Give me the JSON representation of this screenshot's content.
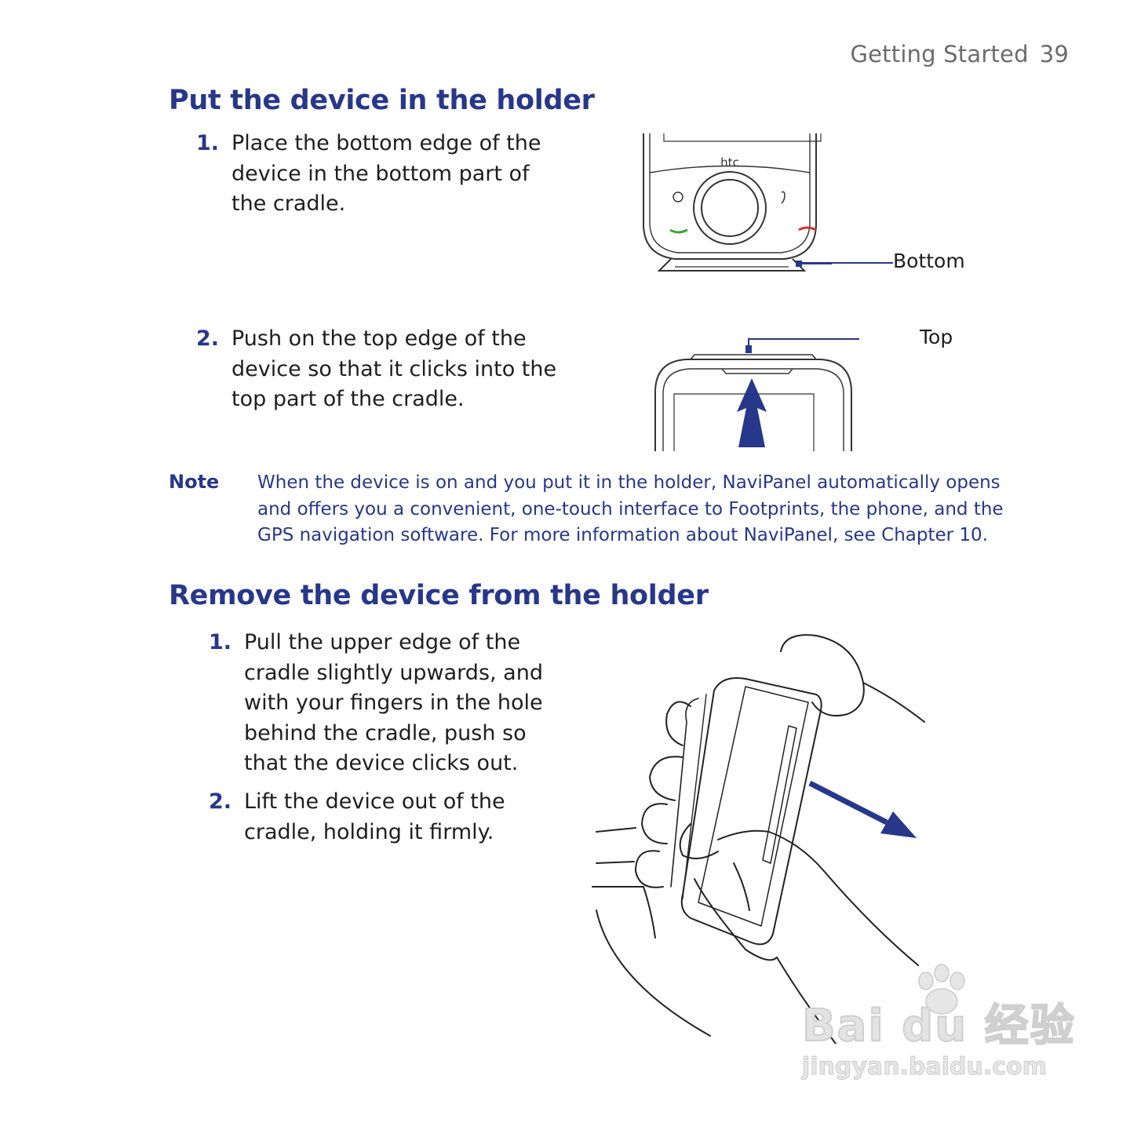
{
  "header": {
    "title": "Getting Started",
    "page": "39"
  },
  "section1": {
    "title": "Put the device in the holder",
    "steps": [
      {
        "num": "1.",
        "lines": [
          "Place the bottom edge of the",
          "device in the bottom part of",
          "the cradle."
        ]
      },
      {
        "num": "2.",
        "lines": [
          "Push on the top edge of the",
          "device so that it clicks into the",
          "top part of the cradle."
        ]
      }
    ],
    "figure1": {
      "brand": "htc",
      "callout": "Bottom"
    },
    "figure2": {
      "callout": "Top"
    }
  },
  "note": {
    "label": "Note",
    "lines": [
      "When the device is on and you put it in the holder, NaviPanel automatically opens",
      "and offers you a convenient, one-touch interface to Footprints, the phone, and the",
      "GPS navigation software. For more information about NaviPanel, see Chapter 10."
    ]
  },
  "section2": {
    "title": "Remove the device from the holder",
    "steps": [
      {
        "num": "1.",
        "lines": [
          "Pull the upper edge of the",
          "cradle slightly upwards, and",
          "with your fingers in the hole",
          "behind the cradle, push so",
          "that the device clicks out."
        ]
      },
      {
        "num": "2.",
        "lines": [
          "Lift the device out of the",
          "cradle, holding it firmly."
        ]
      }
    ]
  },
  "watermark": {
    "logo": "Bai du 经验",
    "url": "jingyan.baidu.com"
  },
  "colors": {
    "accent": "#27378a",
    "body_text": "#1e1e1e",
    "header_text": "#6b6b6b"
  }
}
